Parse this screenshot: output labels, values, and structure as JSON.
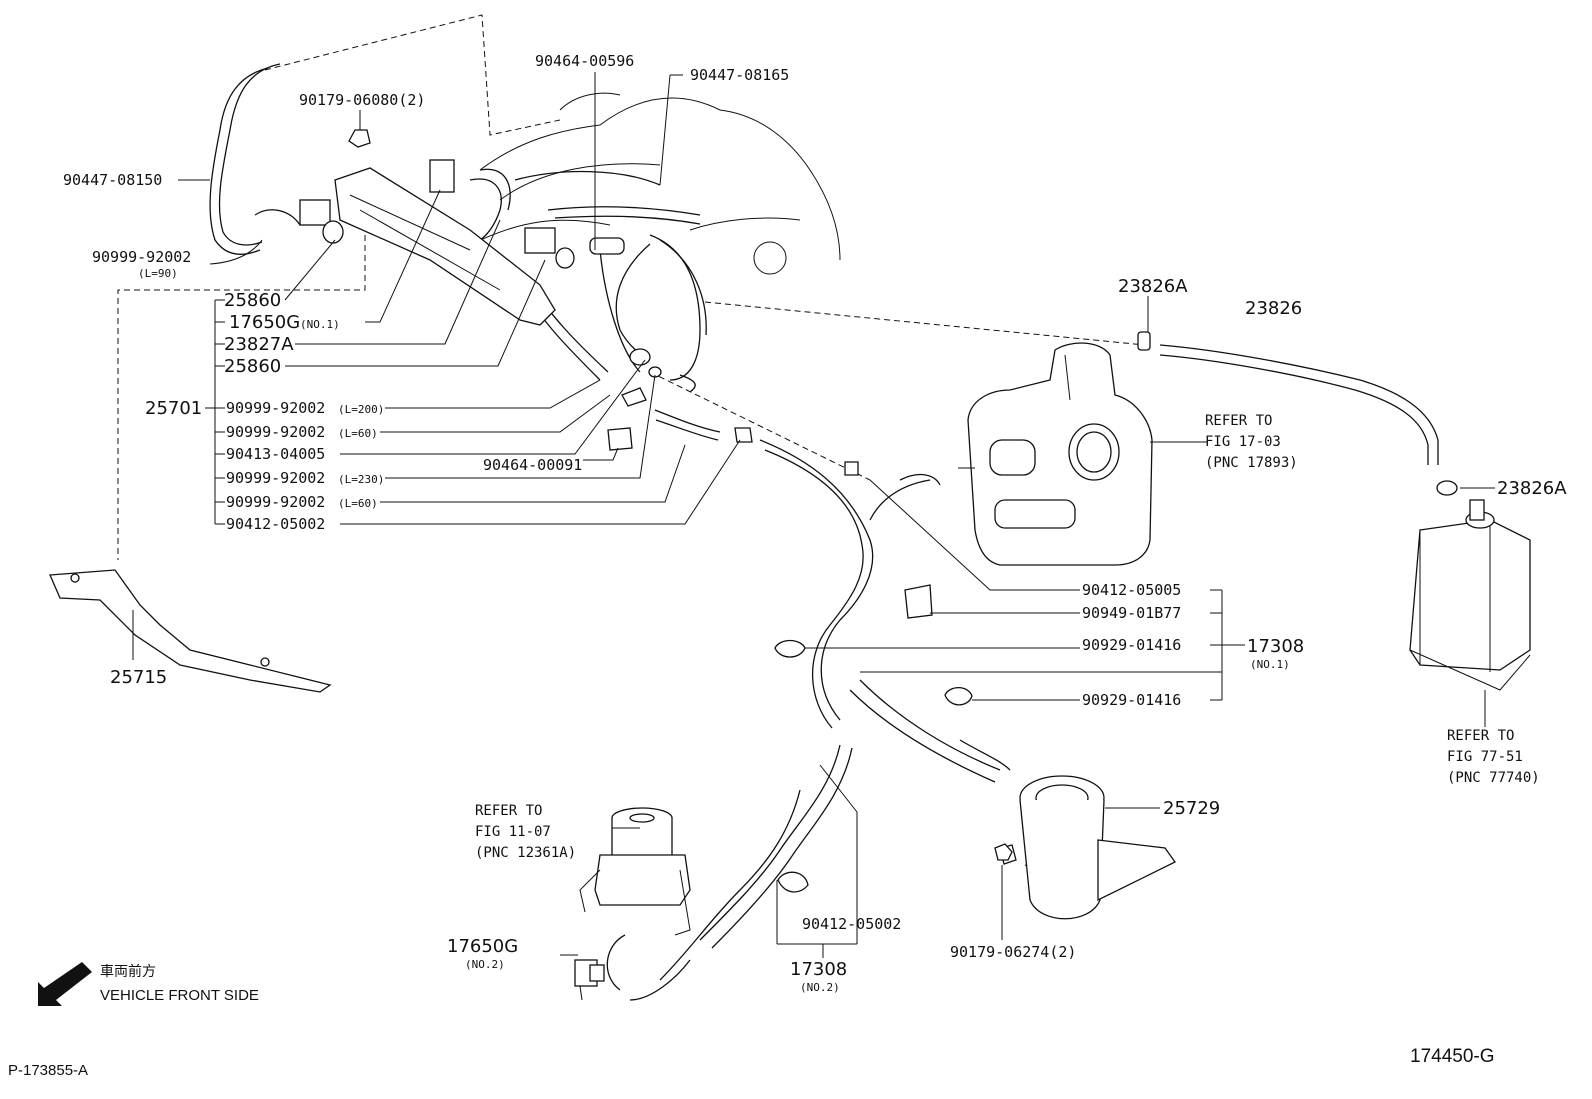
{
  "labels": {
    "p_90447_08150": "90447-08150",
    "p_90179_06080": "90179-06080(2)",
    "p_90464_00596": "90464-00596",
    "p_90447_08165": "90447-08165",
    "p_90999_92002_top": "90999-92002",
    "p_l90": "(L=90)",
    "p_25860_a": "25860",
    "p_17650g_1": "17650G",
    "p_17650g_1_sub": "(NO.1)",
    "p_23827a": "23827A",
    "p_25860_b": "25860",
    "p_25701": "25701",
    "p_90999_l200": "90999-92002",
    "p_l200": "(L=200)",
    "p_90999_l60a": "90999-92002",
    "p_l60a": "(L=60)",
    "p_90413_04005": "90413-04005",
    "p_90464_00091": "90464-00091",
    "p_90999_l230": "90999-92002",
    "p_l230": "(L=230)",
    "p_90999_l60b": "90999-92002",
    "p_l60b": "(L=60)",
    "p_90412_05002_a": "90412-05002",
    "p_23826a_top": "23826A",
    "p_23826": "23826",
    "p_23826a_right": "23826A",
    "p_90412_05005": "90412-05005",
    "p_90949_01b77": "90949-01B77",
    "p_90929_01416_a": "90929-01416",
    "p_17308_1": "17308",
    "p_17308_1_sub": "(NO.1)",
    "p_90929_01416_b": "90929-01416",
    "p_25715": "25715",
    "p_25729": "25729",
    "p_90179_06274": "90179-06274(2)",
    "p_90412_05002_b": "90412-05002",
    "p_17308_2": "17308",
    "p_17308_2_sub": "(NO.2)",
    "p_17650g_2": "17650G",
    "p_17650g_2_sub": "(NO.2)"
  },
  "refs": {
    "fig17_l1": "REFER TO",
    "fig17_l2": "FIG 17-03",
    "fig17_l3": "(PNC 17893)",
    "fig77_l1": "REFER TO",
    "fig77_l2": "FIG 77-51",
    "fig77_l3": "(PNC 77740)",
    "fig11_l1": "REFER TO",
    "fig11_l2": "FIG 11-07",
    "fig11_l3": "(PNC 12361A)"
  },
  "legend": {
    "japanese": "車両前方",
    "english": "VEHICLE FRONT SIDE"
  },
  "footer": {
    "left_code": "P-173855-A",
    "right_code": "174450-G"
  }
}
